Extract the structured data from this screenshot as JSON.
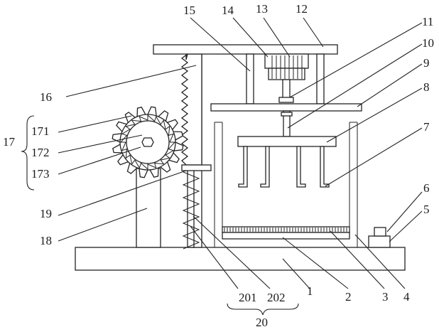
{
  "labels": {
    "l1": "1",
    "l2": "2",
    "l3": "3",
    "l4": "4",
    "l5": "5",
    "l6": "6",
    "l7": "7",
    "l8": "8",
    "l9": "9",
    "l10": "10",
    "l11": "11",
    "l12": "12",
    "l13": "13",
    "l14": "14",
    "l15": "15",
    "l16": "16",
    "l17": "17",
    "l171": "171",
    "l172": "172",
    "l173": "173",
    "l18": "18",
    "l19": "19",
    "l20": "20",
    "l201": "201",
    "l202": "202"
  }
}
